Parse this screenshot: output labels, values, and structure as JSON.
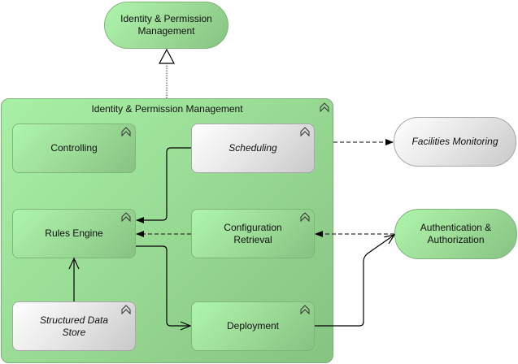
{
  "diagram": {
    "top_node": {
      "label": "Identity & Permission Management"
    },
    "group": {
      "label": "Identity & Permission Management"
    },
    "nodes": {
      "controlling": {
        "label": "Controlling"
      },
      "scheduling": {
        "label": "Scheduling"
      },
      "rules_engine": {
        "label": "Rules Engine"
      },
      "configuration_retrieval": {
        "label": "Configuration Retrieval"
      },
      "structured_data_store": {
        "label": "Structured Data Store"
      },
      "deployment": {
        "label": "Deployment"
      },
      "facilities_monitoring": {
        "label": "Facilities Monitoring"
      },
      "authentication_authorization": {
        "label": "Authentication & Authorization"
      }
    },
    "relationships": [
      {
        "from": "Identity & Permission Management (group)",
        "to": "Identity & Permission Management",
        "type": "realization"
      },
      {
        "from": "Scheduling",
        "to": "Rules Engine",
        "type": "triggering"
      },
      {
        "from": "Configuration Retrieval",
        "to": "Rules Engine",
        "type": "flow"
      },
      {
        "from": "Structured Data Store",
        "to": "Rules Engine",
        "type": "serving"
      },
      {
        "from": "Rules Engine",
        "to": "Deployment",
        "type": "serving"
      },
      {
        "from": "Scheduling",
        "to": "Facilities Monitoring",
        "type": "flow"
      },
      {
        "from": "Authentication & Authorization",
        "to": "Configuration Retrieval",
        "type": "flow"
      },
      {
        "from": "Deployment",
        "to": "Authentication & Authorization",
        "type": "serving"
      }
    ],
    "icon": "service-chevron-icon"
  }
}
